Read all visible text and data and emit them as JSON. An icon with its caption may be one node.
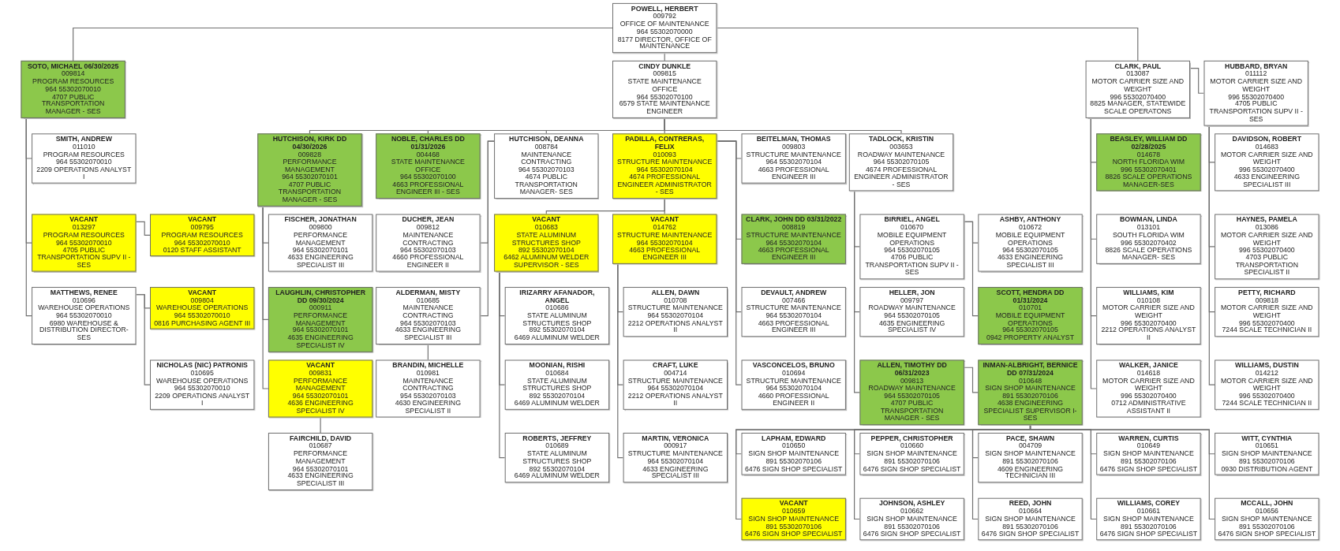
{
  "diagram": {
    "nodes": [
      {
        "text": [
          "POWELL, HERBERT",
          "009792",
          "OFFICE OF MAINTENANCE",
          "964 55302070000",
          "8177 DIRECTOR, OFFICE OF MAINTENANCE"
        ]
      },
      {
        "text": [
          "SOTO, MICHAEL 06/30/2025",
          "009814",
          "PROGRAM RESOURCES",
          "964 55302070010",
          "4707 PUBLIC TRANSPORTATION MANAGER - SES"
        ]
      },
      {
        "text": [
          "CINDY DUNKLE",
          "009815",
          "STATE MAINTENANCE OFFICE",
          "964 55302070100",
          "6579 STATE MAINTENANCE ENGINEER"
        ]
      },
      {
        "text": [
          "CLARK, PAUL",
          "013087",
          "MOTOR CARRIER SIZE AND WEIGHT",
          "996 55302070400",
          "8825 MANAGER, STATEWIDE SCALE OPERATONS"
        ]
      },
      {
        "text": [
          "SMITH, ANDREW",
          "011010",
          "PROGRAM RESOURCES",
          "964 55302070010",
          "2209 OPERATIONS ANALYST I"
        ]
      },
      {
        "text": [
          "VACANT",
          "013297",
          "PROGRAM RESOURCES",
          "964 55302070010",
          "4705 PUBLIC TRANSPORTATION SUPV II - SES"
        ]
      },
      {
        "text": [
          "VACANT",
          "009795",
          "PROGRAM RESOURCES",
          "964 55302070010",
          "0120 STAFF ASSISTANT"
        ]
      },
      {
        "text": [
          "MATTHEWS, RENEE",
          "010696",
          "WAREHOUSE OPERATIONS",
          "964 55302070010",
          "6980 WAREHOUSE & DISTRIBUTION DIRECTOR-SES"
        ]
      },
      {
        "text": [
          "VACANT",
          "009804",
          "WAREHOUSE OPERATIONS",
          "964 55302070010",
          "0816 PURCHASING AGENT III"
        ]
      },
      {
        "text": [
          "NICHOLAS (NIC) PATRONIS",
          "010695",
          "WAREHOUSE OPERATIONS",
          "964 55302070010",
          "2209 OPERATIONS ANALYST I"
        ]
      },
      {
        "text": [
          "HUTCHISON, KIRK DD 04/30/2026",
          "009828",
          "PERFORMANCE MANAGEMENT",
          "964 55302070101",
          "4707 PUBLIC TRANSPORTATION MANAGER - SES"
        ]
      },
      {
        "text": [
          "NOBLE, CHARLES DD 01/31/2026",
          "004468",
          "STATE MAINTENANCE OFFICE",
          "964 55302070100",
          "4663 PROFESSIONAL ENGINEER III - SES"
        ]
      },
      {
        "text": [
          "PADILLA, CONTRERAS, FELIX",
          "010093",
          "STRUCTURE MAINTENANCE",
          "964 55302070104",
          "4674 PROFESSIONAL ENGINEER ADMINISTRATOR - SES"
        ]
      },
      {
        "text": [
          "TADLOCK, KRISTIN",
          "003653",
          "ROADWAY MAINTENANCE",
          "964 55302070105",
          "4674 PROFESSIONAL ENGINEER ADMINISTRATOR - SES"
        ]
      },
      {
        "text": [
          "HUTCHISON, DEANNA",
          "008784",
          "MAINTENANCE CONTRACTING",
          "964 55302070103",
          "4674 PUBLIC TRANSPORTATION MANAGER- SES"
        ]
      },
      {
        "text": [
          "FISCHER, JONATHAN",
          "009800",
          "PERFORMANCE MANAGEMENT",
          "964 55302070101",
          "4633 ENGINEERING SPECIALIST III"
        ]
      },
      {
        "text": [
          "LAUGHLIN, CHRISTOPHER DD 09/30/2024",
          "000911",
          "PERFORMANCE MANAGEMENT",
          "964 55302070101",
          "4635 ENGINEERING SPECIALIST IV"
        ]
      },
      {
        "text": [
          "VACANT",
          "009831",
          "PERFORMANCE MANAGEMENT",
          "964 55302070101",
          "4636 ENGINEERING SPECIALIST IV"
        ]
      },
      {
        "text": [
          "FAIRCHILD, DAVID",
          "010687",
          "PERFORMANCE MANAGEMENT",
          "964 55302070101",
          "4633 ENGINEERING SPECIALIST III"
        ]
      },
      {
        "text": [
          "VACANT",
          "010683",
          "STATE ALUMINUM STRUCTURES SHOP",
          "892 55302070104",
          "6462 ALUMINUM WELDER SUPERVISOR - SES"
        ]
      },
      {
        "text": [
          "IRIZARRY AFANADOR, ANGEL",
          "010686",
          "STATE ALUMINUM STRUCTURES SHOP",
          "892 55302070104",
          "6469 ALUMINUM WELDER"
        ]
      },
      {
        "text": [
          "MOONIAN, RISHI",
          "010684",
          "STATE ALUMINUM STRUCTURES SHOP",
          "892 55302070104",
          "6469 ALUMINUM WELDER"
        ]
      },
      {
        "text": [
          "ROBERTS, JEFFREY",
          "010689",
          "STATE ALUMINUM STRUCTURES SHOP",
          "892 55302070104",
          "6469 ALUMINUM WELDER"
        ]
      },
      {
        "text": [
          "VACANT",
          "014762",
          "STRUCTURE MAINTENANCE",
          "964 55302070104",
          "4663 PROFESSIONAL ENGINEER III"
        ]
      },
      {
        "text": [
          "ALLEN, DAWN",
          "010708",
          "STRUCTURE MAINTENANCE",
          "964 55302070104",
          "2212 OPERATIONS ANALYST II"
        ]
      },
      {
        "text": [
          "CRAFT, LUKE",
          "004714",
          "STRUCTURE MAINTENANCE",
          "964 55302070104",
          "2212 OPERATIONS ANALYST II"
        ]
      },
      {
        "text": [
          "MARTIN, VERONICA",
          "000917",
          "STRUCTURE MAINTENANCE",
          "964 55302070104",
          "4633 ENGINEERING SPECIALIST III"
        ]
      },
      {
        "text": [
          "BEITELMAN, THOMAS",
          "009803",
          "STRUCTURE MAINTENANCE",
          "964 55302070104",
          "4663 PROFESSIONAL ENGINEER III"
        ]
      },
      {
        "text": [
          "CLARK, JOHN DD 03/31/2022",
          "008819",
          "STRUCTURE MAINTENANCE",
          "964 55302070104",
          "4663 PROFESSIONAL ENGINEER III"
        ]
      },
      {
        "text": [
          "DEVAULT, ANDREW",
          "007466",
          "STRUCTURE MAINTENANCE",
          "964 55302070104",
          "4663 PROFESSIONAL ENGINEER III"
        ]
      },
      {
        "text": [
          "VASCONCELOS, BRUNO",
          "010694",
          "STRUCTURE MAINTENANCE",
          "964 55302070104",
          "4660 PROFESSIONAL ENGINEER II"
        ]
      },
      {
        "text": [
          "ALLEN, TIMOTHY DD 06/31/2023",
          "009813",
          "ROADWAY MAINTENANCE",
          "964 55302070105",
          "4707 PUBLIC TRANSPORTATION MANAGER - SES"
        ]
      },
      {
        "text": [
          "INMAN-ALBRIGHT, BERNICE DD 07/31/2024",
          "010648",
          "SIGN SHOP MAINTENANCE",
          "891 55302070106",
          "4638 ENGINEERING SPECIALIST SUPERVISOR I-SES"
        ]
      },
      {
        "text": [
          "LAPHAM, EDWARD",
          "010650",
          "SIGN SHOP MAINTENANCE",
          "891 55302070106",
          "6476 SIGN SHOP SPECIALIST"
        ]
      },
      {
        "text": [
          "PEPPER, CHRISTOPHER",
          "010660",
          "SIGN SHOP MAINTENANCE",
          "891 55302070106",
          "6476 SIGN SHOP SPECIALIST"
        ]
      },
      {
        "text": [
          "PACE, SHAWN",
          "004709",
          "SIGN SHOP MAINTENANCE",
          "891 55302070106",
          "4609 ENGINEERING TECHNICIAN III"
        ]
      },
      {
        "text": [
          "WARREN, CURTIS",
          "010649",
          "SIGN SHOP MAINTENANCE",
          "891 55302070106",
          "6476 SIGN SHOP SPECIALIST"
        ]
      },
      {
        "text": [
          "WITT, CYNTHIA",
          "010651",
          "SIGN SHOP MAINTENANCE",
          "891 55302070106",
          "0930 DISTRIBUTION AGENT"
        ]
      },
      {
        "text": [
          "VACANT",
          "010659",
          "SIGN SHOP MAINTENANCE",
          "891 55302070106",
          "6476 SIGN SHOP SPECIALIST"
        ]
      },
      {
        "text": [
          "JOHNSON, ASHLEY",
          "010662",
          "SIGN SHOP MAINTENANCE",
          "891 55302070106",
          "6476 SIGN SHOP SPECIALIST"
        ]
      },
      {
        "text": [
          "REED, JOHN",
          "010664",
          "SIGN SHOP MAINTENANCE",
          "891 55302070106",
          "6476 SIGN SHOP SPECIALIST"
        ]
      },
      {
        "text": [
          "WILLIAMS, COREY",
          "010661",
          "SIGN SHOP MAINTENANCE",
          "891 55302070106",
          "6476 SIGN SHOP SPECIALIST"
        ]
      },
      {
        "text": [
          "MCCALL, JOHN",
          "010656",
          "SIGN SHOP MAINTENANCE",
          "891 55302070106",
          "6476 SIGN SHOP SPECIALIST"
        ]
      },
      {
        "text": [
          "BIRRIEL, ANGEL",
          "010670",
          "MOBILE EQUIPMENT OPERATIONS",
          "964 55302070105",
          "4706 PUBLIC TRANSPORTATION SUPV II - SES"
        ]
      },
      {
        "text": [
          "ASHBY, ANTHONY",
          "010672",
          "MOBILE EQUIPMENT OPERATIONS",
          "964 55302070105",
          "4633 ENGINEERING SPECIALIST III"
        ]
      },
      {
        "text": [
          "SCOTT, HENDRA DD 01/31/2024",
          "010701",
          "MOBILE EQUIPMENT OPERATIONS",
          "964 55302070105",
          "0942 PROPERTY ANALYST"
        ]
      },
      {
        "text": [
          "HELLER, JON",
          "009797",
          "ROADWAY MAINTENANCE",
          "964 55302070105",
          "4635 ENGINEERING SPECIALIST IV"
        ]
      },
      {
        "text": [
          "ALDERMAN, MISTY",
          "010685",
          "MAINTENANCE CONTRACTING",
          "964 55302070103",
          "4633 ENGINEERING SPECIALIST III"
        ]
      },
      {
        "text": [
          "BRANDIN, MICHELLE",
          "010981",
          "MAINTENANCE CONTRACTING",
          "954 55302070103",
          "4630 ENGINEERING SPECIALIST II"
        ]
      },
      {
        "text": [
          "DUCHER, JEAN",
          "009812",
          "MAINTENANCE CONTRACTING",
          "964 55302070103",
          "4660 PROFESSIONAL ENGINEER II"
        ]
      },
      {
        "text": [
          "BEASLEY, WILLIAM DD 02/28/2025",
          "014678",
          "NORTH FLORIDA WIM",
          "996 55302070401",
          "8826 SCALE OPERATIONS MANAGER-SES"
        ]
      },
      {
        "text": [
          "BOWMAN, LINDA",
          "013101",
          "SOUTH FLORIDA WIM",
          "996 55302070402",
          "8826 SCALE OPERATIONS MANAGER- SES"
        ]
      },
      {
        "text": [
          "WILLIAMS, KIM",
          "010108",
          "MOTOR CARRIER SIZE AND WEIGHT",
          "996 55302070400",
          "2212 OPERATIONS ANALYST II"
        ]
      },
      {
        "text": [
          "WALKER, JANICE",
          "014618",
          "MOTOR CARRIER SIZE AND WEIGHT",
          "996 55302070400",
          "0712 ADMINISTRATIVE ASSISTANT II"
        ]
      },
      {
        "text": [
          "HUBBARD, BRYAN",
          "011112",
          "MOTOR CARRIER SIZE AND WEIGHT",
          "996 55302070400",
          "4705 PUBLIC TRANSPORTATION SUPV II - SES"
        ]
      },
      {
        "text": [
          "DAVIDSON, ROBERT",
          "014683",
          "MOTOR CARRIER SIZE AND WEIGHT",
          "996 55302070400",
          "4633 ENGINEERING SPECIALIST III"
        ]
      },
      {
        "text": [
          "HAYNES, PAMELA",
          "013086",
          "MOTOR CARRIER SIZE AND WEIGHT",
          "996 55302070400",
          "4703 PUBLIC TRANSPORTATION SPECIALIST II"
        ]
      },
      {
        "text": [
          "PETTY, RICHARD",
          "009818",
          "MOTOR CARRIER SIZE AND WEIGHT",
          "996 55302070400",
          "7244 SCALE TECHNICIAN II"
        ]
      },
      {
        "text": [
          "WILLIAMS, DUSTIN",
          "014212",
          "MOTOR CARRIER SIZE AND WEIGHT",
          "996 55302070400",
          "7244 SCALE TECHNICIAN II"
        ]
      }
    ],
    "edges": [
      {
        "from": 0,
        "to": 1,
        "arrow": "none"
      },
      {
        "from": 0,
        "to": 2,
        "arrow": "none"
      },
      {
        "from": 0,
        "to": 3,
        "arrow": "none"
      },
      {
        "from": 1,
        "to": 4,
        "arrow": "none"
      },
      {
        "from": 1,
        "to": 5,
        "arrow": "none"
      },
      {
        "from": 5,
        "to": 6,
        "arrow": "none"
      },
      {
        "from": 1,
        "to": 7,
        "arrow": "none"
      },
      {
        "from": 7,
        "to": 8,
        "arrow": "none"
      },
      {
        "from": 7,
        "to": 9,
        "arrow": "none"
      },
      {
        "from": 2,
        "to": 10,
        "arrow": "none"
      },
      {
        "from": 2,
        "to": 11,
        "arrow": "none"
      },
      {
        "from": 2,
        "to": 12,
        "arrow": "none"
      },
      {
        "from": 2,
        "to": 13,
        "arrow": "none"
      },
      {
        "from": 2,
        "to": 14,
        "arrow": "none"
      },
      {
        "from": 10,
        "to": 15,
        "arrow": "none"
      },
      {
        "from": 10,
        "to": 16,
        "arrow": "none"
      },
      {
        "from": 10,
        "to": 17,
        "arrow": "none"
      },
      {
        "from": 17,
        "to": 18,
        "arrow": "none"
      },
      {
        "from": 12,
        "to": 19,
        "arrow": "none"
      },
      {
        "from": 19,
        "to": 20,
        "arrow": "none"
      },
      {
        "from": 19,
        "to": 21,
        "arrow": "none"
      },
      {
        "from": 19,
        "to": 22,
        "arrow": "none"
      },
      {
        "from": 12,
        "to": 23,
        "arrow": "none"
      },
      {
        "from": 23,
        "to": 24,
        "arrow": "none"
      },
      {
        "from": 23,
        "to": 25,
        "arrow": "none"
      },
      {
        "from": 23,
        "to": 26,
        "arrow": "none"
      },
      {
        "from": 12,
        "to": 27,
        "arrow": "none"
      },
      {
        "from": 12,
        "to": 28,
        "arrow": "none"
      },
      {
        "from": 12,
        "to": 29,
        "arrow": "none"
      },
      {
        "from": 12,
        "to": 30,
        "arrow": "none"
      },
      {
        "from": 13,
        "to": 31,
        "arrow": "none"
      },
      {
        "from": 31,
        "to": 32,
        "arrow": "none"
      },
      {
        "from": 32,
        "to": 33,
        "arrow": "none"
      },
      {
        "from": 32,
        "to": 34,
        "arrow": "none"
      },
      {
        "from": 32,
        "to": 35,
        "arrow": "none"
      },
      {
        "from": 32,
        "to": 36,
        "arrow": "none"
      },
      {
        "from": 32,
        "to": 37,
        "arrow": "none"
      },
      {
        "from": 32,
        "to": 38,
        "arrow": "none"
      },
      {
        "from": 32,
        "to": 39,
        "arrow": "none"
      },
      {
        "from": 32,
        "to": 40,
        "arrow": "none"
      },
      {
        "from": 32,
        "to": 41,
        "arrow": "none"
      },
      {
        "from": 32,
        "to": 42,
        "arrow": "none"
      },
      {
        "from": 13,
        "to": 43,
        "arrow": "none"
      },
      {
        "from": 43,
        "to": 44,
        "arrow": "none"
      },
      {
        "from": 43,
        "to": 45,
        "arrow": "none"
      },
      {
        "from": 13,
        "to": 46,
        "arrow": "none"
      },
      {
        "from": 14,
        "to": 47,
        "arrow": "none"
      },
      {
        "from": 47,
        "to": 48,
        "arrow": "none"
      },
      {
        "from": 14,
        "to": 49,
        "arrow": "none"
      },
      {
        "from": 3,
        "to": 50,
        "arrow": "none"
      },
      {
        "from": 3,
        "to": 51,
        "arrow": "none"
      },
      {
        "from": 3,
        "to": 52,
        "arrow": "none"
      },
      {
        "from": 3,
        "to": 53,
        "arrow": "none"
      },
      {
        "from": 3,
        "to": 54,
        "arrow": "none"
      },
      {
        "from": 54,
        "to": 55,
        "arrow": "none"
      },
      {
        "from": 54,
        "to": 56,
        "arrow": "none"
      },
      {
        "from": 54,
        "to": 57,
        "arrow": "none"
      },
      {
        "from": 54,
        "to": 58,
        "arrow": "none"
      }
    ]
  }
}
